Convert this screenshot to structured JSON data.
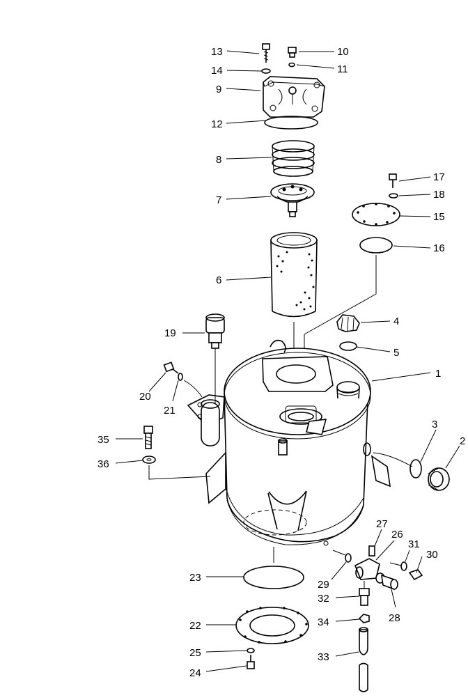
{
  "diagram": {
    "callouts": [
      {
        "part": "part-1",
        "label": "1"
      },
      {
        "part": "part-2",
        "label": "2"
      },
      {
        "part": "part-3",
        "label": "3"
      },
      {
        "part": "part-4",
        "label": "4"
      },
      {
        "part": "part-5",
        "label": "5"
      },
      {
        "part": "part-6",
        "label": "6"
      },
      {
        "part": "part-7",
        "label": "7"
      },
      {
        "part": "part-8",
        "label": "8"
      },
      {
        "part": "part-9",
        "label": "9"
      },
      {
        "part": "part-10",
        "label": "10"
      },
      {
        "part": "part-11",
        "label": "11"
      },
      {
        "part": "part-12",
        "label": "12"
      },
      {
        "part": "part-13",
        "label": "13"
      },
      {
        "part": "part-14",
        "label": "14"
      },
      {
        "part": "part-15",
        "label": "15"
      },
      {
        "part": "part-16",
        "label": "16"
      },
      {
        "part": "part-17",
        "label": "17"
      },
      {
        "part": "part-18",
        "label": "18"
      },
      {
        "part": "part-19",
        "label": "19"
      },
      {
        "part": "part-20",
        "label": "20"
      },
      {
        "part": "part-21",
        "label": "21"
      },
      {
        "part": "part-22",
        "label": "22"
      },
      {
        "part": "part-23",
        "label": "23"
      },
      {
        "part": "part-24",
        "label": "24"
      },
      {
        "part": "part-25",
        "label": "25"
      },
      {
        "part": "part-26",
        "label": "26"
      },
      {
        "part": "part-27",
        "label": "27"
      },
      {
        "part": "part-28",
        "label": "28"
      },
      {
        "part": "part-29",
        "label": "29"
      },
      {
        "part": "part-30",
        "label": "30"
      },
      {
        "part": "part-31",
        "label": "31"
      },
      {
        "part": "part-32",
        "label": "32"
      },
      {
        "part": "part-33",
        "label": "33"
      },
      {
        "part": "part-34",
        "label": "34"
      },
      {
        "part": "part-35",
        "label": "35"
      },
      {
        "part": "part-36",
        "label": "36"
      }
    ]
  }
}
